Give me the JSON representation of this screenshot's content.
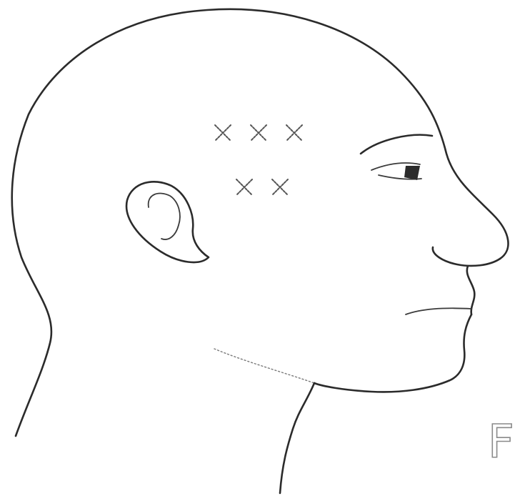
{
  "figure": {
    "label": "F",
    "markers": [
      {
        "symbol": "×",
        "row": 1
      },
      {
        "symbol": "×",
        "row": 1
      },
      {
        "symbol": "×",
        "row": 1
      },
      {
        "symbol": "×",
        "row": 2
      },
      {
        "symbol": "×",
        "row": 2
      }
    ]
  }
}
